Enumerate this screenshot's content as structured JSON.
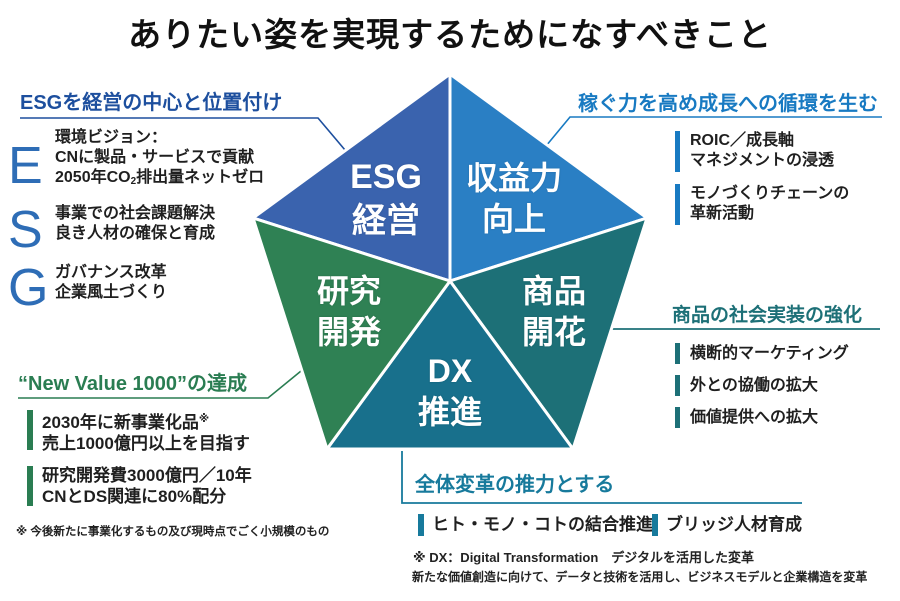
{
  "title": "ありたい姿を実現するためになすべきこと",
  "pentagon": {
    "sectors": [
      {
        "id": "esg-management",
        "line1": "ESG",
        "line2": "経営",
        "color": "#3a63ae"
      },
      {
        "id": "profit-improvement",
        "line1": "収益力",
        "line2": "向上",
        "color": "#2a7fc4"
      },
      {
        "id": "product-bloom",
        "line1": "商品",
        "line2": "開花",
        "color": "#1d7077"
      },
      {
        "id": "dx-promotion",
        "line1": "DX",
        "line2": "推進",
        "color": "#18708c"
      },
      {
        "id": "research-development",
        "line1": "研究",
        "line2": "開発",
        "color": "#2f8154"
      }
    ]
  },
  "sections": {
    "esg": {
      "heading": "ESGを経営の中心と位置付け",
      "accent": "#1d4f9e",
      "letter_color": "#2e6db6",
      "rows": [
        {
          "letter": "E",
          "line1": "環境ビジョン：",
          "line2": "CNに製品・サービスで貢献",
          "co2": {
            "pre": "2050年CO",
            "sub": "2",
            "post": "排出量ネットゼロ"
          }
        },
        {
          "letter": "S",
          "line1": "事業での社会課題解決",
          "line2": "良き人材の確保と育成"
        },
        {
          "letter": "G",
          "line1": "ガバナンス改革",
          "line2": "企業風土づくり"
        }
      ]
    },
    "profit": {
      "heading": "稼ぐ力を高め成長への循環を生む",
      "accent": "#187ac2",
      "items": [
        {
          "line1": "ROIC／成長軸",
          "line2": "マネジメントの浸透"
        },
        {
          "line1": "モノづくりチェーンの",
          "line2": "革新活動"
        }
      ]
    },
    "product": {
      "heading": "商品の社会実装の強化",
      "accent": "#1d7077",
      "items": [
        "横断的マーケティング",
        "外との協働の拡大",
        "価値提供への拡大"
      ]
    },
    "newvalue": {
      "heading": "“New Value 1000”の達成",
      "accent": "#2a7d52",
      "items": [
        {
          "line1": "2030年に新事業化品",
          "line1_sup": "※",
          "line2": "売上1000億円以上を目指す"
        },
        {
          "line1": "研究開発費3000億円／10年",
          "line1_sup": "",
          "line2": "CNとDS関連に80%配分"
        }
      ],
      "footnote": "※ 今後新たに事業化するもの及び現時点でごく小規模のもの"
    },
    "dx": {
      "heading": "全体変革の推力とする",
      "accent": "#177a9c",
      "items": [
        "ヒト・モノ・コトの結合推進",
        "ブリッジ人材育成"
      ],
      "footnotes": [
        "※ DX：Digital Transformation　デジタルを活用した変革",
        "新たな価値創造に向けて、データと技術を活用し、ビジネスモデルと企業構造を変革"
      ]
    }
  }
}
